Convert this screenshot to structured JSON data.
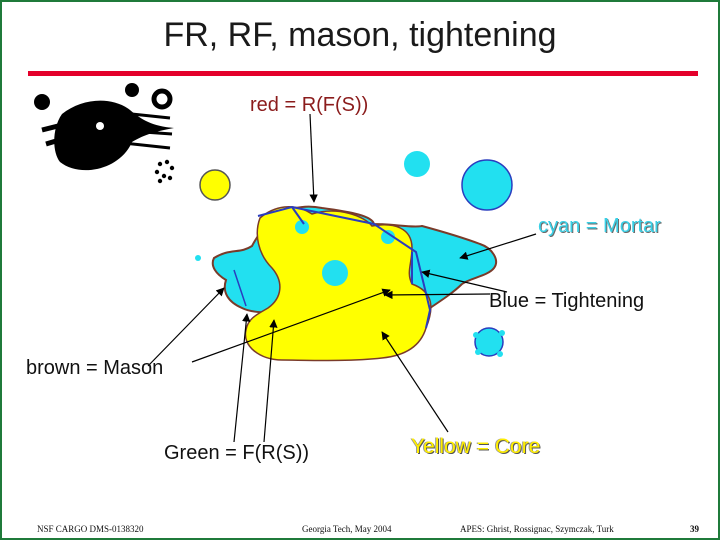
{
  "slide": {
    "title": "FR, RF, mason, tightening",
    "labels": {
      "red": "red = R(F(S))",
      "cyan": "cyan = Mortar",
      "blue": "Blue = Tightening",
      "brown": "brown = Mason",
      "green": "Green = F(R(S))",
      "yellow": "Yellow = Core"
    },
    "footer": {
      "left": "NSF CARGO DMS-0138320",
      "middle": "Georgia Tech, May 2004",
      "right": "APES: Ghrist, Rossignac, Szymczak, Turk",
      "page": "39"
    }
  },
  "colors": {
    "title_rule": "#e4002b",
    "core_yellow": "#ffff00",
    "mortar_cyan": "#22e0f0",
    "tightening_blue": "#2a3dbf",
    "mason_brown": "#7a3b2a",
    "border_green": "#1f7a3a"
  },
  "icons": [
    "apes-logo-icon"
  ]
}
